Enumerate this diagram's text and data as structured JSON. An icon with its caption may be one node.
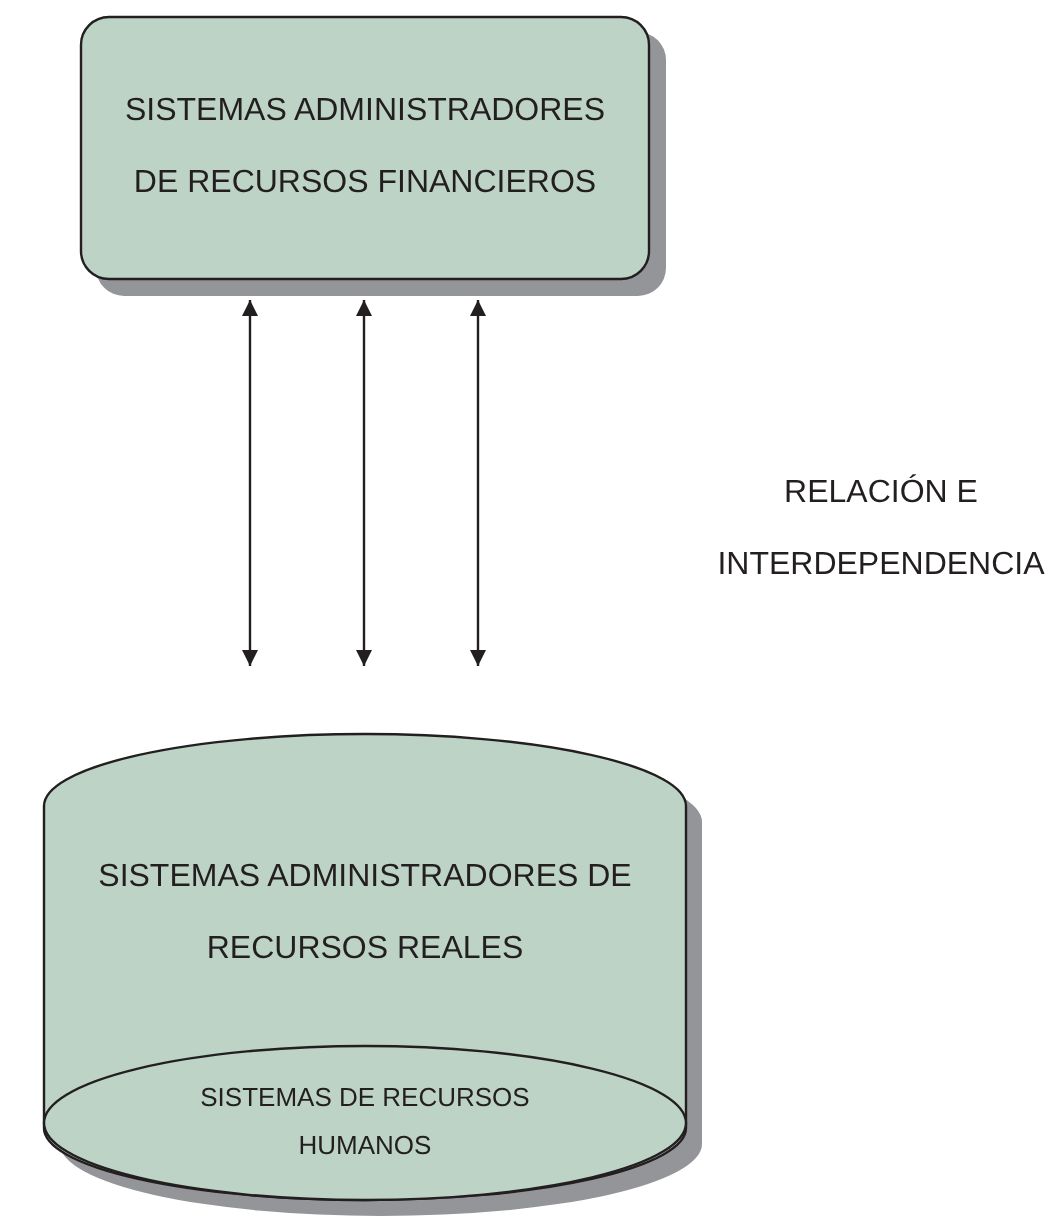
{
  "diagram": {
    "nodes": [
      {
        "text": [
          "SISTEMAS ADMINISTRADORES DE RECURSOS FINANCIEROS"
        ]
      },
      {
        "text": [
          "SISTEMAS ADMINISTRADORES DE RECURSOS REALES"
        ]
      },
      {
        "text": [
          "SISTEMAS DE RECURSOS HUMANOS"
        ],
        "in": 1
      }
    ],
    "edges": [
      {
        "from": 0,
        "to": 1,
        "arrow": "both"
      },
      {
        "from": 0,
        "to": 1,
        "arrow": "both"
      },
      {
        "from": 0,
        "to": 1,
        "arrow": "both"
      }
    ],
    "labels": [
      "RELACIÓN E INTERDEPENDENCIA"
    ]
  }
}
